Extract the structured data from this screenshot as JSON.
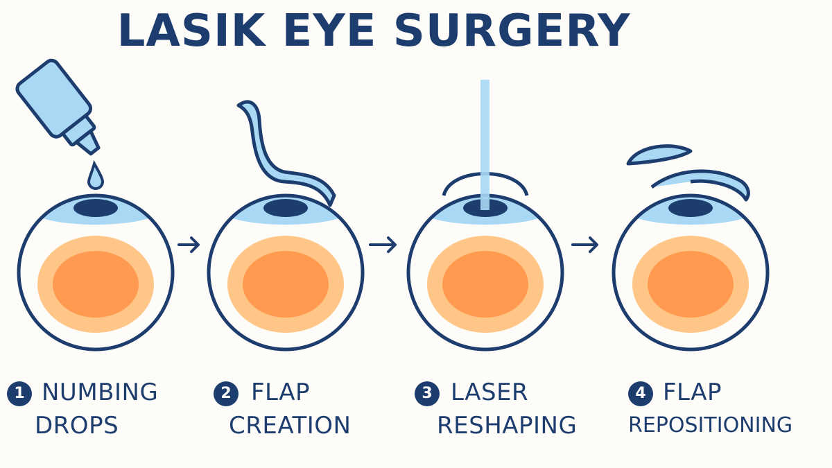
{
  "title": "LASIK EYE SURGERY",
  "colors": {
    "navy": "#1d3d6e",
    "blue_light": "#a9d8f5",
    "blue_mid": "#7cc3ec",
    "orange_outer": "#ffc688",
    "orange_inner": "#ff9a50",
    "background": "#fdfcf8"
  },
  "steps": [
    {
      "number": "1",
      "line1": "NUMBING",
      "line2": "DROPS",
      "icon": "eye-drop-bottle-icon"
    },
    {
      "number": "2",
      "line1": "FLAP",
      "line2": "CREATION",
      "icon": "corneal-flap-icon"
    },
    {
      "number": "3",
      "line1": "LASER",
      "line2": "RESHAPING",
      "icon": "laser-beam-icon"
    },
    {
      "number": "4",
      "line1": "FLAP",
      "line2": "REPOSITIONING",
      "icon": "flap-reposition-icon"
    }
  ],
  "arrow_icon": "arrow-right-icon"
}
